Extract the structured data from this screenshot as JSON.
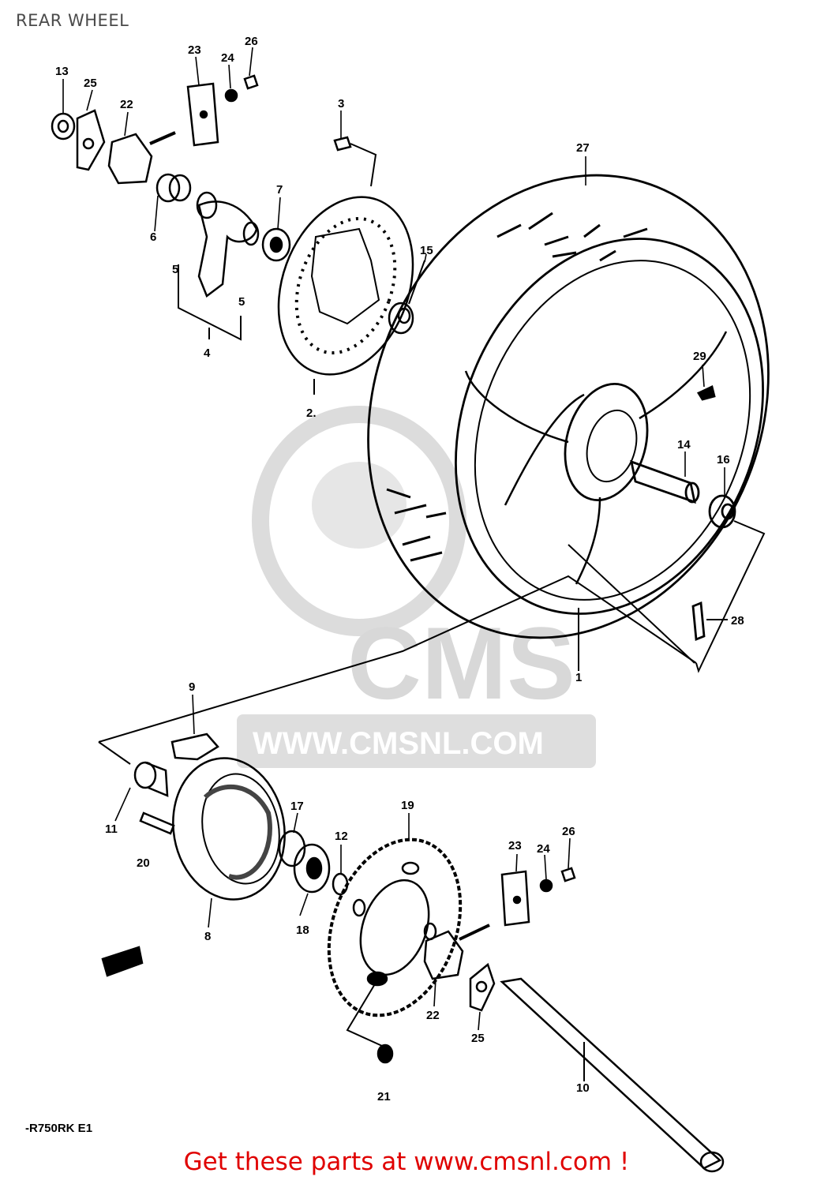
{
  "page": {
    "title": "REAR WHEEL"
  },
  "parts": {
    "p1": "1",
    "p2": "2.",
    "p3": "3",
    "p4": "4",
    "p5a": "5",
    "p5b": "5",
    "p6": "6",
    "p7": "7",
    "p8": "8",
    "p9": "9",
    "p10": "10",
    "p11": "11",
    "p12": "12",
    "p13": "13",
    "p14": "14",
    "p15": "15",
    "p16": "16",
    "p17": "17",
    "p18": "18",
    "p19": "19",
    "p20": "20",
    "p21": "21",
    "p22a": "22",
    "p22b": "22",
    "p23a": "23",
    "p23b": "23",
    "p24a": "24",
    "p24b": "24",
    "p25a": "25",
    "p25b": "25",
    "p26a": "26",
    "p26b": "26",
    "p27": "27",
    "p28": "28",
    "p29": "29"
  },
  "watermark": {
    "text": "WWW.CMSNL.COM",
    "logo_text": "CMS"
  },
  "model_code": "-R750RK E1",
  "footer": {
    "link_text": "Get these parts at www.cmsnl.com !"
  },
  "colors": {
    "title": "#4a4a4a",
    "footer_link": "#e00000",
    "watermark": "#d8d8d8",
    "ink": "#000000"
  }
}
